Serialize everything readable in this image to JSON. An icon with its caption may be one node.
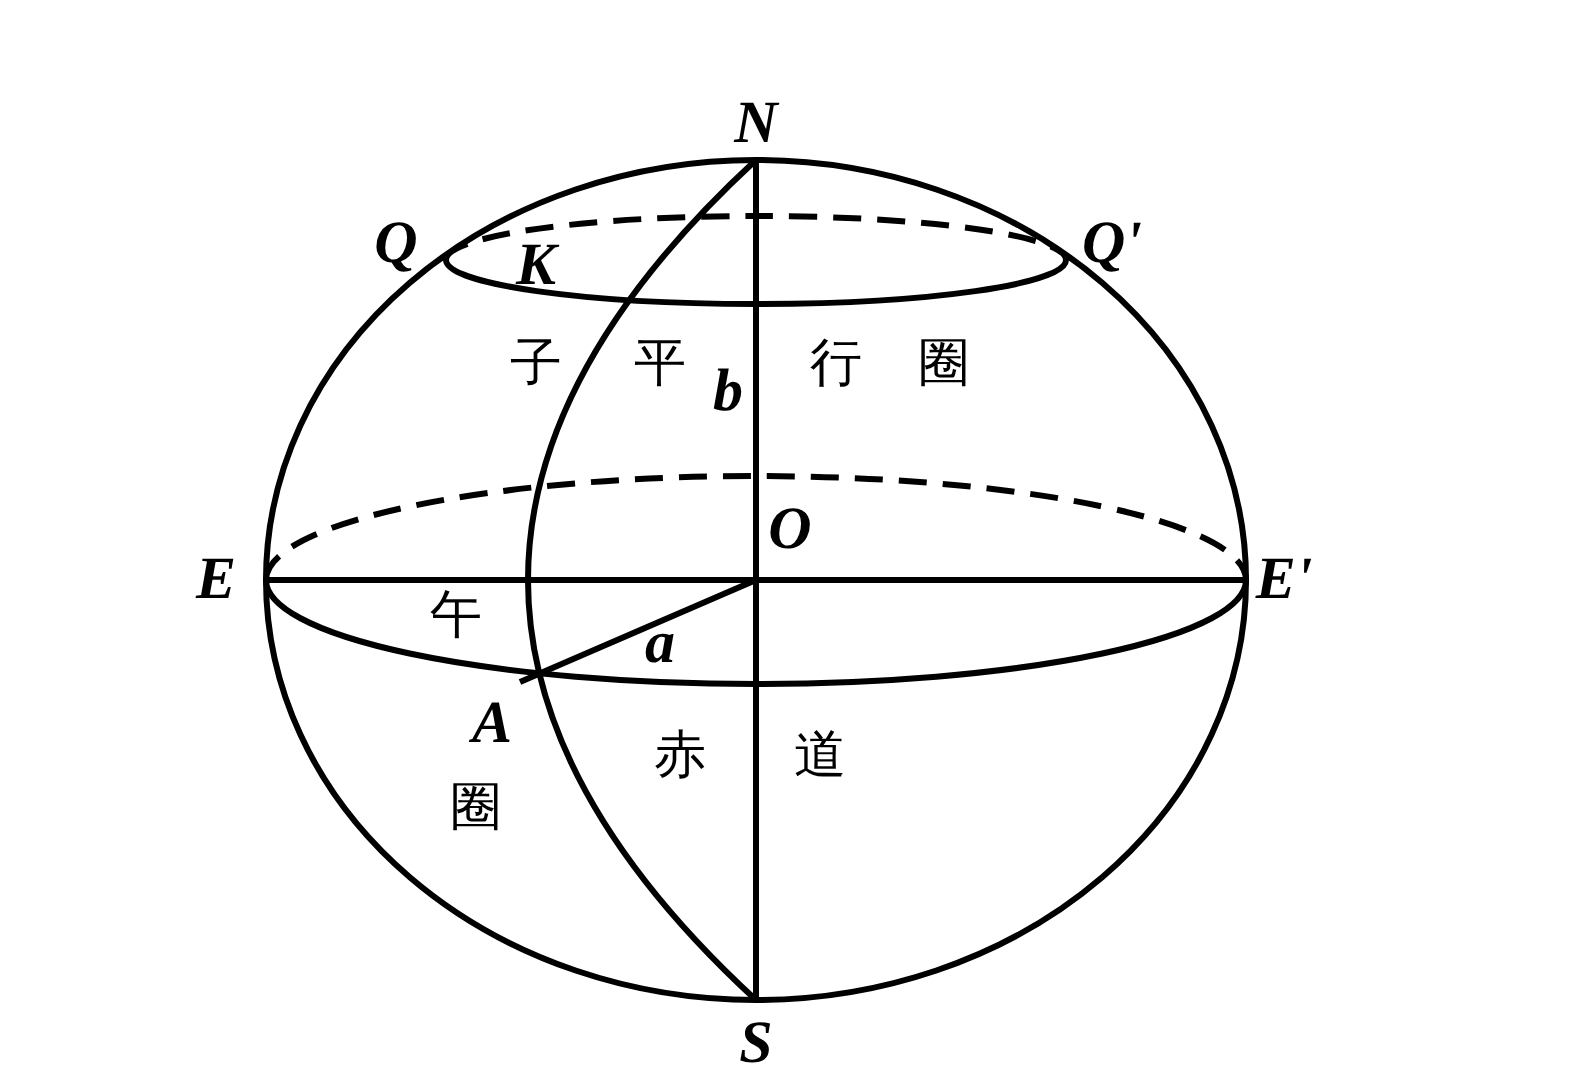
{
  "diagram": {
    "labels": [
      "N",
      "Q",
      "K",
      "Q'",
      "子",
      "平",
      "b",
      "行",
      "圈",
      "E",
      "O",
      "E'",
      "午",
      "a",
      "A",
      "赤",
      "道",
      "圈",
      "S"
    ]
  }
}
